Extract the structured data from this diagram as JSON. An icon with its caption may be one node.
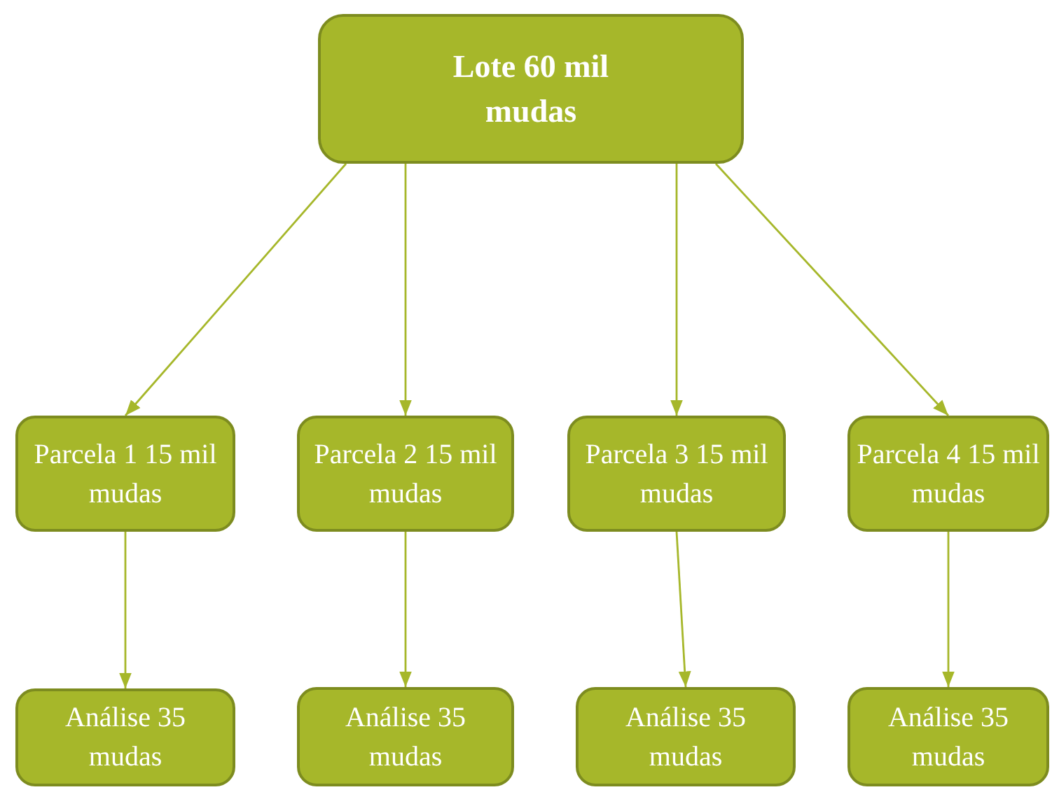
{
  "diagram": {
    "nodes": [
      {
        "text": [
          "Lote 60 mil mudas"
        ]
      },
      {
        "text": [
          "Parcela 1 15 mil mudas"
        ]
      },
      {
        "text": [
          "Parcela 2 15 mil mudas"
        ]
      },
      {
        "text": [
          "Parcela 3 15 mil mudas"
        ]
      },
      {
        "text": [
          "Parcela 4 15 mil mudas"
        ]
      },
      {
        "text": [
          "Análise 35 mudas"
        ]
      },
      {
        "text": [
          "Análise 35 mudas"
        ]
      },
      {
        "text": [
          "Análise 35 mudas"
        ]
      },
      {
        "text": [
          "Análise 35 mudas"
        ]
      }
    ],
    "edges": [
      {
        "from": 0,
        "to": 1,
        "arrow": "to"
      },
      {
        "from": 0,
        "to": 2,
        "arrow": "to"
      },
      {
        "from": 0,
        "to": 3,
        "arrow": "to"
      },
      {
        "from": 0,
        "to": 4,
        "arrow": "to"
      },
      {
        "from": 1,
        "to": 5,
        "arrow": "to"
      },
      {
        "from": 2,
        "to": 6,
        "arrow": "to"
      },
      {
        "from": 3,
        "to": 7,
        "arrow": "to"
      },
      {
        "from": 4,
        "to": 8,
        "arrow": "to"
      }
    ]
  }
}
